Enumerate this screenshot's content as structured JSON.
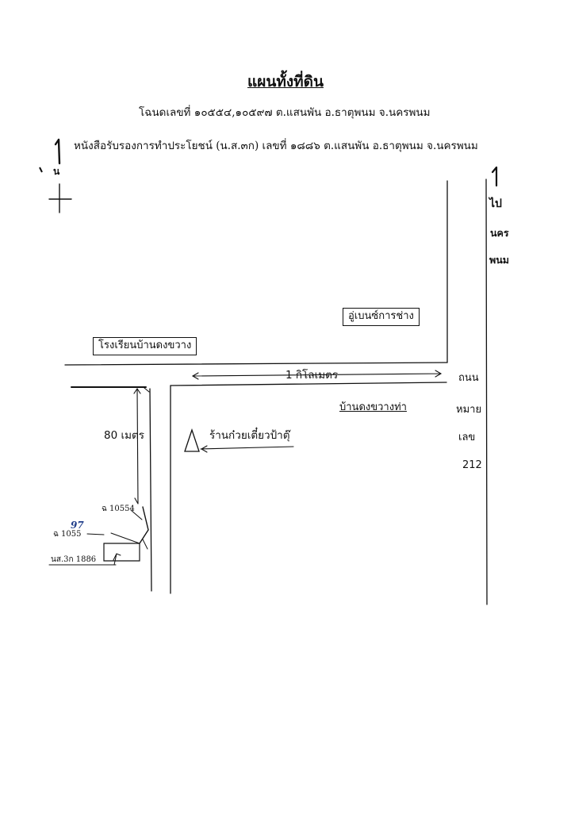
{
  "title": "แผนทั้งที่ดิน",
  "subtitle_line1": "โฉนดเลขที่ ๑๐๕๕๔,๑๐๕๙๗  ต.แสนพัน อ.ธาตุพนม จ.นครพนม",
  "subtitle_line2": "หนังสือรับรองการทำประโยชน์ (น.ส.๓ก) เลขที่ ๑๘๘๖ ต.แสนพัน อ.ธาตุพนม จ.นครพนม",
  "north_label": "น",
  "direction": {
    "line1": "ไป",
    "line2": "นคร",
    "line3": "พนม"
  },
  "landmarks": {
    "garage": "อู่เบนซ์การช่าง",
    "school": "โรงเรียนบ้านดงขวาง",
    "village": "บ้านดงขวางท่า",
    "noodle_shop": "ร้านก๋วยเตี๋ยวป้าตุ๊"
  },
  "distances": {
    "one_km": "1  กิโลเมตร",
    "eighty_m": "80  เมตร"
  },
  "highway": {
    "line1": "ถนน",
    "line2": "หมาย",
    "line3": "เลข",
    "line4": "212"
  },
  "parcels": {
    "chanote_a": "ฉ 10554",
    "chanote_b": "ฉ 1055",
    "chanote_b_correction": "97",
    "ns3k": "นส.3ก 1886"
  }
}
